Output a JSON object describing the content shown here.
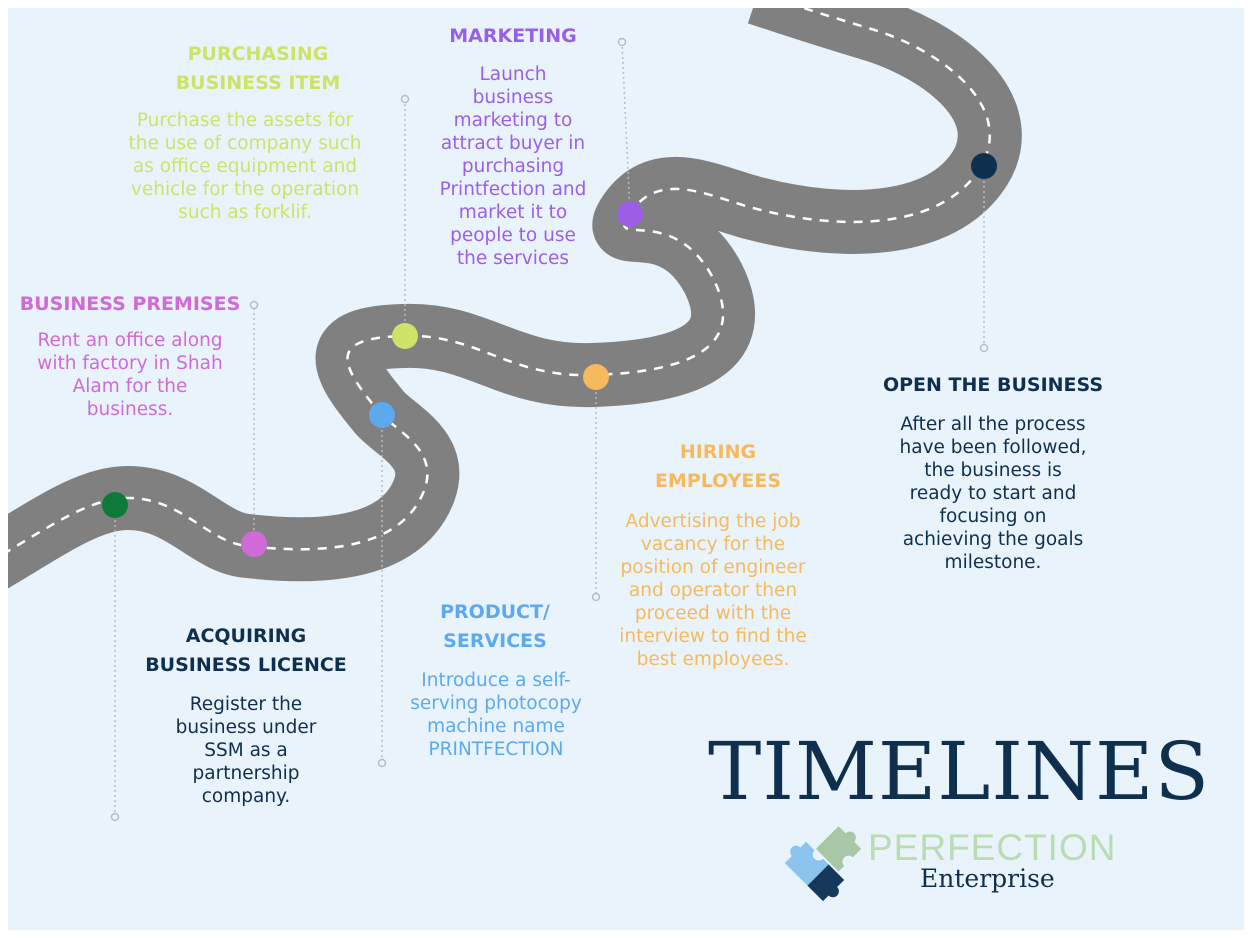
{
  "title": "TIMELINES",
  "brand": {
    "name": "PERFECTION",
    "sub": "Enterprise"
  },
  "colors": {
    "background": "#e9f3fc",
    "road": "#808080",
    "title": "#0f2f4f",
    "acquiring": "#0d7a3a",
    "premises": "#cf6ad8",
    "product": "#5ca9ee",
    "purchasing": "#cde368",
    "hiring": "#f6b95c",
    "marketing": "#9b5fe6",
    "open": "#0f2f4f"
  },
  "milestones": [
    {
      "id": "acquiring",
      "title_lines": [
        "ACQUIRING",
        "BUSINESS LICENCE"
      ],
      "desc_lines": [
        "Register the",
        "business under",
        "SSM as a",
        "partnership",
        "company."
      ],
      "title_color": "#0f2f4f",
      "desc_color": "#0f2f4f",
      "dot_color": "#0d7a3a"
    },
    {
      "id": "premises",
      "title_lines": [
        "BUSINESS PREMISES"
      ],
      "desc_lines": [
        "Rent an office along",
        "with factory in Shah",
        "Alam for the",
        "business."
      ],
      "title_color": "#cf6ad8",
      "desc_color": "#cf6ad8",
      "dot_color": "#cf6ad8"
    },
    {
      "id": "product",
      "title_lines": [
        "PRODUCT/",
        "SERVICES"
      ],
      "desc_lines": [
        "Introduce a self-",
        "serving photocopy",
        "machine name",
        "PRINTFECTION"
      ],
      "title_color": "#5ca9ee",
      "desc_color": "#5ca9ee",
      "dot_color": "#5ca9ee"
    },
    {
      "id": "purchasing",
      "title_lines": [
        "PURCHASING",
        "BUSINESS ITEM"
      ],
      "desc_lines": [
        "Purchase the assets for",
        "the use of company such",
        "as office equipment and",
        "vehicle for the operation",
        "such as forklif."
      ],
      "title_color": "#cde368",
      "desc_color": "#cde368",
      "dot_color": "#cde368"
    },
    {
      "id": "hiring",
      "title_lines": [
        "HIRING",
        "EMPLOYEES"
      ],
      "desc_lines": [
        "Advertising the job",
        "vacancy for the",
        "position of engineer",
        "and operator then",
        "proceed with the",
        "interview to find the",
        "best employees."
      ],
      "title_color": "#f6b95c",
      "desc_color": "#f6b95c",
      "dot_color": "#f6b95c"
    },
    {
      "id": "marketing",
      "title_lines": [
        "MARKETING"
      ],
      "desc_lines": [
        "Launch",
        "business",
        "marketing to",
        "attract buyer in",
        "purchasing",
        "Printfection and",
        "market it to",
        "people to use",
        "the services"
      ],
      "title_color": "#9b5fe6",
      "desc_color": "#9b5fe6",
      "dot_color": "#9b5fe6"
    },
    {
      "id": "open",
      "title_lines": [
        "OPEN THE BUSINESS"
      ],
      "desc_lines": [
        "After all the process",
        "have been followed,",
        "the business is",
        "ready to start and",
        "focusing on",
        "achieving the goals",
        "milestone."
      ],
      "title_color": "#0f2f4f",
      "desc_color": "#0f2f4f",
      "dot_color": "#0f2f4f"
    }
  ]
}
